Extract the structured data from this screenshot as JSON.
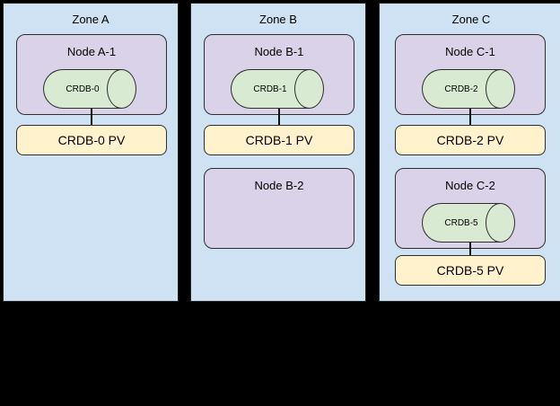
{
  "diagram": {
    "description": "Three-zone CockroachDB topology diagram with nodes, CRDB pods and persistent volumes",
    "zones": [
      {
        "title": "Zone A",
        "nodes": [
          {
            "title": "Node A-1",
            "pod": "CRDB-0",
            "pv": "CRDB-0 PV"
          }
        ]
      },
      {
        "title": "Zone B",
        "nodes": [
          {
            "title": "Node B-1",
            "pod": "CRDB-1",
            "pv": "CRDB-1 PV"
          },
          {
            "title": "Node B-2"
          }
        ]
      },
      {
        "title": "Zone C",
        "nodes": [
          {
            "title": "Node C-1",
            "pod": "CRDB-2",
            "pv": "CRDB-2 PV"
          },
          {
            "title": "Node C-2",
            "pod": "CRDB-5",
            "pv": "CRDB-5 PV"
          }
        ]
      }
    ],
    "colors": {
      "background": "#000000",
      "zone_fill": "#cfe2f3",
      "node_fill": "#d9d2e9",
      "pod_fill": "#d9ead3",
      "pv_fill": "#fff2cc",
      "border": "#262626",
      "text": "#000000"
    }
  }
}
